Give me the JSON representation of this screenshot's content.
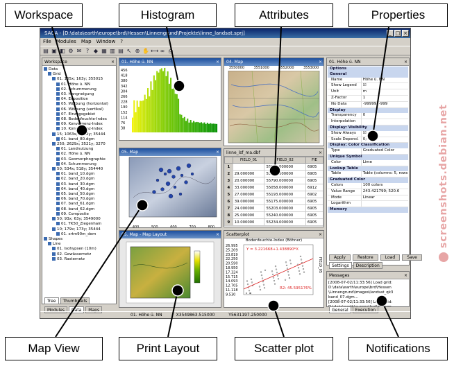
{
  "callouts": {
    "workspace": "Workspace",
    "histogram": "Histogram",
    "attributes": "Attributes",
    "properties": "Properties",
    "map_view": "Map View",
    "print_layout": "Print Layout",
    "scatter_plot": "Scatter plot",
    "notifications": "Notifications"
  },
  "window": {
    "title": "SAGA - [D:\\data\\earth\\europe\\brd\\Hessen\\Linnengrund\\Projekte\\linne_landsat.sprj]"
  },
  "menu": [
    "File",
    "Modules",
    "Map",
    "Window",
    "?"
  ],
  "workspace": {
    "title": "Workspace",
    "tree": [
      "Data",
      "Grid",
      "01. 165x; 163y; 355015",
      "01. Höhe ü. NN",
      "02. Schummerung",
      "03. Hangneigung",
      "04. Exposition",
      "05. Wölbung (horizontal)",
      "06. Wölbung (vertikal)",
      "07. Einzugsgebiet",
      "08. Bodenfeuchte-Index",
      "09. Konvergenz-Index",
      "10. Konvergenz-Index",
      "15; 1063x; 1032y; 35444",
      "01. band_80.dgm",
      "250; 2629x; 3521y; 3270",
      "01. Landnutzung",
      "02. Höhe ü. NN",
      "03. Geomorphographie",
      "04. Schummerung",
      "50; 534x; 518y; 354440",
      "01. band_10.dgm",
      "02. band_20.dgm",
      "03. band_30.dgm",
      "04. band_40.dgm",
      "05. band_50.dgm",
      "06. band_70.dgm",
      "07. band_61.dgm",
      "08. band_62.dgm",
      "09. Composite",
      "50; 93x; 63y; 3549000",
      "01. TK50_Ziegenhain",
      "10; 179x; 173y; 35444",
      "01. srtm90m_dem",
      "Shapes",
      "Line",
      "01. Isohypsen (10m)",
      "02. Gewässernetz",
      "03. Rasternetz"
    ],
    "tabs": [
      "Tree",
      "Thumbnails"
    ],
    "bottom_tabs": [
      "Modules",
      "Data",
      "Maps"
    ]
  },
  "histogram": {
    "title": "01. Höhe ü. NN",
    "y_ticks": [
      "456",
      "418",
      "380",
      "342",
      "304",
      "266",
      "228",
      "190",
      "152",
      "114",
      "76",
      "38"
    ]
  },
  "attributes_map": {
    "title": "04. Map",
    "top_ticks": [
      "3550000",
      "3551000",
      "3552000",
      "3553000"
    ]
  },
  "map_view": {
    "title": "05. Map",
    "bottom_ticks": [
      "400",
      "500",
      "600",
      "700",
      "800"
    ]
  },
  "print_layout": {
    "title": "05. Map - Map Layout"
  },
  "attribute_table": {
    "title": "linne_lsf_ma.dbf",
    "columns": [
      "FIELD_01",
      "FIELD_02",
      "FIE"
    ],
    "rows": [
      [
        "1",
        "",
        "55293.000000",
        "6905"
      ],
      [
        "2",
        "29.000000",
        "55301.000000",
        "6905"
      ],
      [
        "3",
        "20.000000",
        "55790.000000",
        "6905"
      ],
      [
        "4",
        "33.000000",
        "55058.000000",
        "6912"
      ],
      [
        "5",
        "27.000000",
        "55193.000000",
        "6902"
      ],
      [
        "6",
        "39.000000",
        "55175.000000",
        "6905"
      ],
      [
        "7",
        "24.000000",
        "55203.000000",
        "6905"
      ],
      [
        "8",
        "25.000000",
        "55240.000000",
        "6905"
      ],
      [
        "9",
        "10.000000",
        "55234.000000",
        "6905"
      ]
    ]
  },
  "scatter": {
    "title": "Scatterplot",
    "header": "Bodenfeuchte-Index (Böhner)",
    "equation": "Y = 3.221668+1.438890*X",
    "r2": "R2: 45.595176%",
    "y_ticks": [
      "26.995",
      "25.209",
      "23.819",
      "22.250",
      "20.590",
      "18.950",
      "17.324",
      "15.715",
      "14.093",
      "12.705",
      "11.118",
      "9.530"
    ],
    "side_label": "FIELD_05"
  },
  "properties": {
    "title": "01. Höhe ü. NN",
    "sections": [
      {
        "name": "Options",
        "rows": []
      },
      {
        "name": "General",
        "rows": [
          [
            "Name",
            "Höhe ü. NN"
          ],
          [
            "Show Legend",
            "☑"
          ],
          [
            "Unit",
            "m"
          ],
          [
            "Z-Factor",
            "1"
          ],
          [
            "No Data",
            "-99999; -999"
          ]
        ]
      },
      {
        "name": "Display",
        "rows": [
          [
            "Transparency",
            "0"
          ],
          [
            "Interpolation",
            ""
          ]
        ]
      },
      {
        "name": "Display: Visibility",
        "rows": [
          [
            "Show Always",
            "☑"
          ],
          [
            "Scale Depend.",
            "0; 1000"
          ]
        ]
      },
      {
        "name": "Display: Color Classification",
        "rows": [
          [
            "Type",
            "Graduated Color"
          ]
        ]
      },
      {
        "name": "Unique Symbol",
        "rows": [
          [
            "Color",
            "Lime"
          ]
        ]
      },
      {
        "name": "Lookup Table",
        "rows": [
          [
            "Table",
            "Table (columns: 5, rows: 0)"
          ]
        ]
      },
      {
        "name": "Graduated Color",
        "rows": [
          [
            "Colors",
            "100 colors"
          ],
          [
            "Value Range",
            "243.421799; 520.6"
          ],
          [
            "Mode",
            "Linear"
          ],
          [
            "Logarithm",
            ""
          ]
        ]
      },
      {
        "name": "Memory",
        "rows": []
      }
    ],
    "buttons": [
      "Apply",
      "Restore",
      "Load",
      "Save"
    ],
    "tabs": [
      "Settings",
      "Description"
    ]
  },
  "messages": {
    "title": "Messages",
    "lines": [
      "[2008-07-02/11:33:56] Load grid:",
      "D:\\data\\earth\\europe\\brd\\Hessen",
      "\\Linnengrund\\images\\landsat_qk3",
      "band_07.dgm...",
      "[2008-07-02/11:33:56] Load grid:",
      "D:\\data\\earth\\europe\\brd\\Hessen",
      "\\Linnengrund\\images\\landsat_qk3",
      "band_07.dgm..."
    ],
    "tabs": [
      "General",
      "Execution"
    ]
  },
  "status": {
    "layer": "01. Höhe ü. NN",
    "x": "X3549863.515000",
    "y": "Y5631197.250000"
  },
  "watermark": "screenshots.debian.net"
}
